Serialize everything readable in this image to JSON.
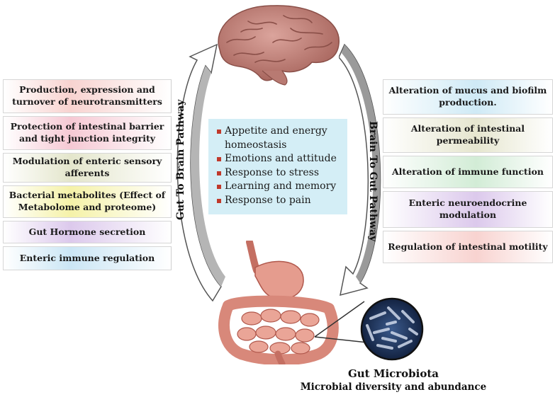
{
  "left_items": [
    {
      "text": "Production, expression and turnover of neurotransmitters",
      "color": "#f8d3d0"
    },
    {
      "text": "Protection of intestinal barrier and tight junction integrity",
      "color": "#f6c9d4"
    },
    {
      "text": "Modulation of enteric sensory afferents",
      "color": "#e4e6cc"
    },
    {
      "text": "Bacterial metabolites (Effect of Metabolome  and proteome)",
      "color": "#f5f2a8"
    },
    {
      "text": "Gut Hormone secretion",
      "color": "#dcc9ec"
    },
    {
      "text": "Enteric immune regulation",
      "color": "#cbe6f5"
    }
  ],
  "right_items": [
    {
      "text": "Alteration of mucus and biofilm production.",
      "color": "#cfeaf6"
    },
    {
      "text": "Alteration of intestinal permeability",
      "color": "#e6e6cf"
    },
    {
      "text": "Alteration of immune function",
      "color": "#d2ecd6"
    },
    {
      "text": "Enteric neuroendocrine modulation",
      "color": "#dcc9ec"
    },
    {
      "text": "Regulation of intestinal motility",
      "color": "#f8d3d0"
    }
  ],
  "center_items": [
    "Appetite and energy homeostasis",
    "Emotions and attitude",
    "Response to stress",
    "Learning and memory",
    "Response to pain"
  ],
  "gut_to_brain_label": "Gut To Brain Pathway",
  "brain_to_gut_label": "Brain To Gut Pathway",
  "microbiota_title": "Gut Microbiota",
  "microbiota_subtitle": "Microbial diversity and abundance",
  "colors": {
    "brain": "#c98a82",
    "brain_dark": "#9e5f57",
    "gut": "#e59c8e",
    "gut_dark": "#c46f62",
    "arrow_gray": "#9a9a9a",
    "microbe_bg": "#1d2f55"
  }
}
